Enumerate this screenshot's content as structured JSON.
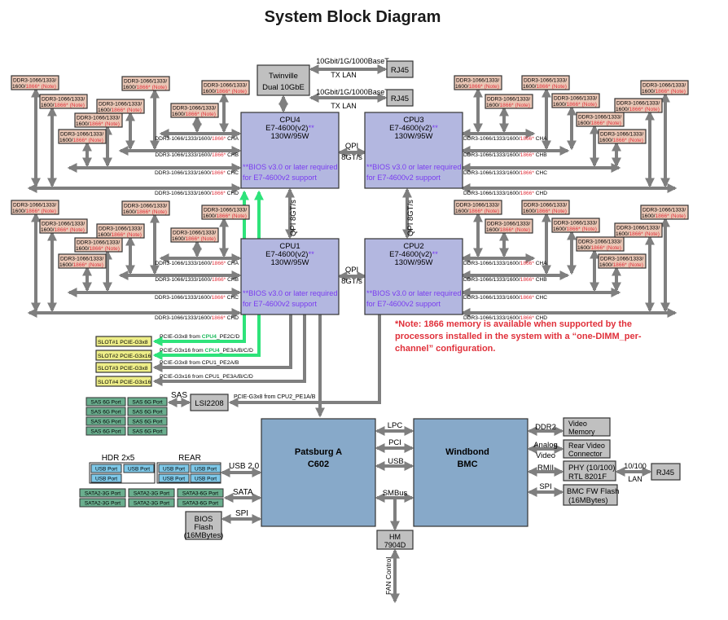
{
  "title": "System Block Diagram",
  "dimm": {
    "line1": "DDR3-1066/1333/",
    "line2a": "1600/",
    "line2b": "1866* (Note)"
  },
  "channel": {
    "prefix": "DDR3-1066/1333/1600/",
    "red": "1866*",
    "cha": "CHA",
    "chb": "CHB",
    "chc": "CHC",
    "chd": "CHD"
  },
  "cpus": [
    {
      "name": "CPU4",
      "model": "E7-4600(v2)",
      "stars": "**",
      "tdp": "130W/95W",
      "note1": "**BIOS v3.0 or later required",
      "note2": "for E7-4600v2 support"
    },
    {
      "name": "CPU3",
      "model": "E7-4600(v2)",
      "stars": "**",
      "tdp": "130W/95W",
      "note1": "**BIOS v3.0 or later required",
      "note2": "for E7-4600v2 support"
    },
    {
      "name": "CPU1",
      "model": "E7-4600(v2)",
      "stars": "**",
      "tdp": "130W/95W",
      "note1": "**BIOS v3.0 or later required",
      "note2": "for E7-4600v2 support"
    },
    {
      "name": "CPU2",
      "model": "E7-4600(v2)",
      "stars": "**",
      "tdp": "130W/95W",
      "note1": "**BIOS v3.0 or later required",
      "note2": "for E7-4600v2 support"
    }
  ],
  "qpi": {
    "label": "QPI",
    "speed": "8GT/s",
    "vertical": "QPI 8GT/s"
  },
  "lan": {
    "twinville1": "Twinville",
    "twinville2": "Dual 10GbE",
    "link": "10Gbit/1G/1000BaseT",
    "sub": "TX LAN",
    "rj45": "RJ45"
  },
  "slots": [
    {
      "label": "SLOT#1 PCIE-G3x8",
      "desc_a": "PCIE-G3x8 from ",
      "cpu": "CPU4",
      "desc_b": "_PE2C/D"
    },
    {
      "label": "SLOT#2 PCIE-G3x16",
      "desc_a": "PCIE-G3x16 from ",
      "cpu": "CPU4",
      "desc_b": "_PE3A/B/C/D"
    },
    {
      "label": "SLOT#3 PCIE-G3x8",
      "desc_a": "PCIE-G3x8 from CPU1_PE2A/B",
      "cpu": "",
      "desc_b": ""
    },
    {
      "label": "SLOT#4 PCIE-G3x16",
      "desc_a": "PCIE-G3x16 from CPU1_PE3A/B/C/D",
      "cpu": "",
      "desc_b": ""
    }
  ],
  "note": {
    "line1": "*Note: 1866 memory is available when supported by the",
    "line2": "processors installed in the system with a “one-DIMM_per-",
    "line3": "channel” configuration."
  },
  "sas": {
    "port": "SAS 6G Port",
    "label": "SAS",
    "controller": "LSI2208",
    "link": "PCIE-G3x8 from CPU2_PE1A/B"
  },
  "usb": {
    "hdr": "HDR 2x5",
    "rear": "REAR",
    "port": "USB Port",
    "label": "USB 2.0"
  },
  "sata": {
    "p1": "SATA2-3G Port",
    "p3": "SATA3-6G Port",
    "label": "SATA"
  },
  "bios": {
    "l1": "BIOS",
    "l2": "Flash",
    "l3": "(16MBytes)",
    "spi": "SPI"
  },
  "pch": {
    "l1": "Patsburg A",
    "l2": "C602"
  },
  "bmc": {
    "l1": "Windbond",
    "l2": "BMC"
  },
  "buses": {
    "lpc": "LPC",
    "pci": "PCI",
    "usb": "USB",
    "smbus": "SMBus"
  },
  "bmc_periph": {
    "ddr2": "DDR2",
    "vm1": "Video",
    "vm2": "Memory",
    "analog1": "Analog",
    "analog2": "Video",
    "rv1": "Rear Video",
    "rv2": "Connector",
    "rmii": "RMII",
    "phy1": "PHY (10/100)",
    "phy2": "RTL 8201F",
    "lan1": "10/100",
    "lan2": "LAN",
    "rj45": "RJ45",
    "spi": "SPI",
    "fw1": "BMC FW Flash",
    "fw2": "(16MBytes)"
  },
  "hm": {
    "l1": "HM",
    "l2": "7904D",
    "fan": "FAN Control"
  },
  "colors": {
    "cpu": "#b3b7e0",
    "chip": "#87a9c9",
    "gray": "#c0c0c0",
    "dimm": "#eac7b6",
    "slot": "#eeee88",
    "sas": "#6aae8e",
    "usb": "#7ec8e8",
    "green": "#2ee37a",
    "red": "#e0303a",
    "purple": "#7a3cf0",
    "arrow": "#7f7f7f"
  }
}
